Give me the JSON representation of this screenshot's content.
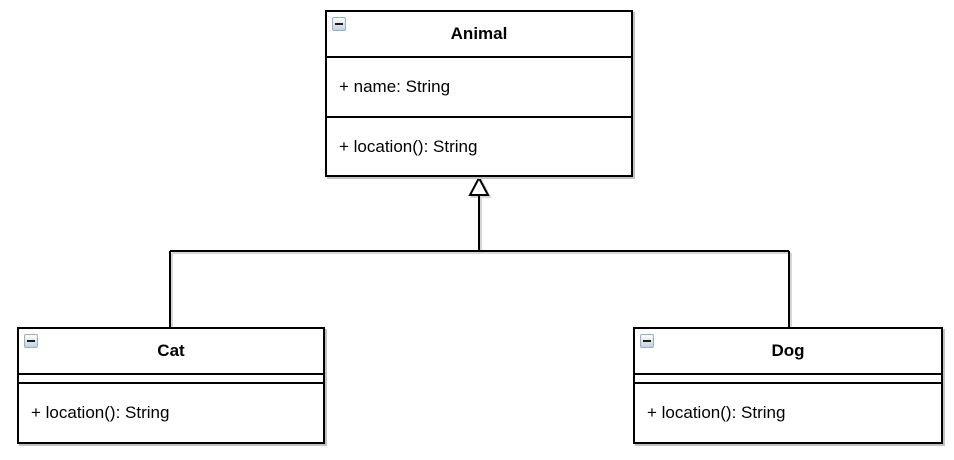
{
  "diagram": {
    "type": "uml-class-diagram",
    "classes": [
      {
        "name": "Animal",
        "attributes": [
          "+ name: String"
        ],
        "operations": [
          "+ location(): String"
        ]
      },
      {
        "name": "Cat",
        "attributes": [],
        "operations": [
          "+ location(): String"
        ]
      },
      {
        "name": "Dog",
        "attributes": [],
        "operations": [
          "+ location(): String"
        ]
      }
    ],
    "relationships": [
      {
        "type": "generalization",
        "from": "Cat",
        "to": "Animal"
      },
      {
        "type": "generalization",
        "from": "Dog",
        "to": "Animal"
      }
    ],
    "icons": {
      "collapse": "minus-collapse-icon"
    },
    "colors": {
      "border": "#000000",
      "background": "#ffffff",
      "shadow": "#c2c2c2",
      "collapse_button_border": "#96aec6"
    }
  }
}
